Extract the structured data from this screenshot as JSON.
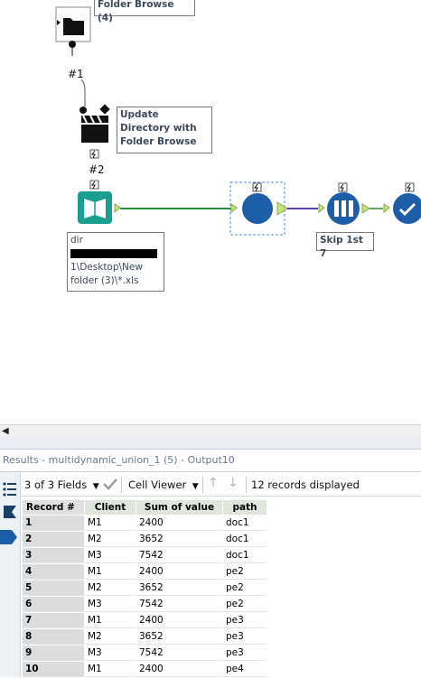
{
  "canvas": {
    "folder_browse_label": "Folder Browse (4)",
    "conn1_label": "#1",
    "update_directory_label": "Update Directory with Folder Browse",
    "conn2_label": "#2",
    "dir_label_line1": "dir",
    "dir_label_line2": "1\\Desktop\\New folder (3)\\*.xls",
    "skip_label": "Skip 1st 7",
    "colors": {
      "teal": "#1a9e8f",
      "blue": "#1c5fa8",
      "green_wire": "#2a8f3a",
      "purple_wire": "#5a3fb0",
      "anchor": "#c6e27a"
    },
    "icons": [
      "folder-browse-icon",
      "action-clapper-icon",
      "input-book-icon",
      "union-circle-icon",
      "select-records-icon",
      "check-circle-icon",
      "lightning-icon"
    ]
  },
  "results": {
    "title": "Results - multidynamic_union_1 (5) - Output10",
    "fields_label": "3 of 3 Fields",
    "viewer_label": "Cell Viewer",
    "records_label": "12 records displayed",
    "columns": [
      "Record #",
      "Client",
      "Sum of value",
      "path"
    ],
    "rows": [
      [
        "1",
        "M1",
        "2400",
        "doc1"
      ],
      [
        "2",
        "M2",
        "3652",
        "doc1"
      ],
      [
        "3",
        "M3",
        "7542",
        "doc1"
      ],
      [
        "4",
        "M1",
        "2400",
        "pe2"
      ],
      [
        "5",
        "M2",
        "3652",
        "pe2"
      ],
      [
        "6",
        "M3",
        "7542",
        "pe2"
      ],
      [
        "7",
        "M1",
        "2400",
        "pe3"
      ],
      [
        "8",
        "M2",
        "3652",
        "pe3"
      ],
      [
        "9",
        "M3",
        "7542",
        "pe3"
      ],
      [
        "10",
        "M1",
        "2400",
        "pe4"
      ]
    ]
  }
}
